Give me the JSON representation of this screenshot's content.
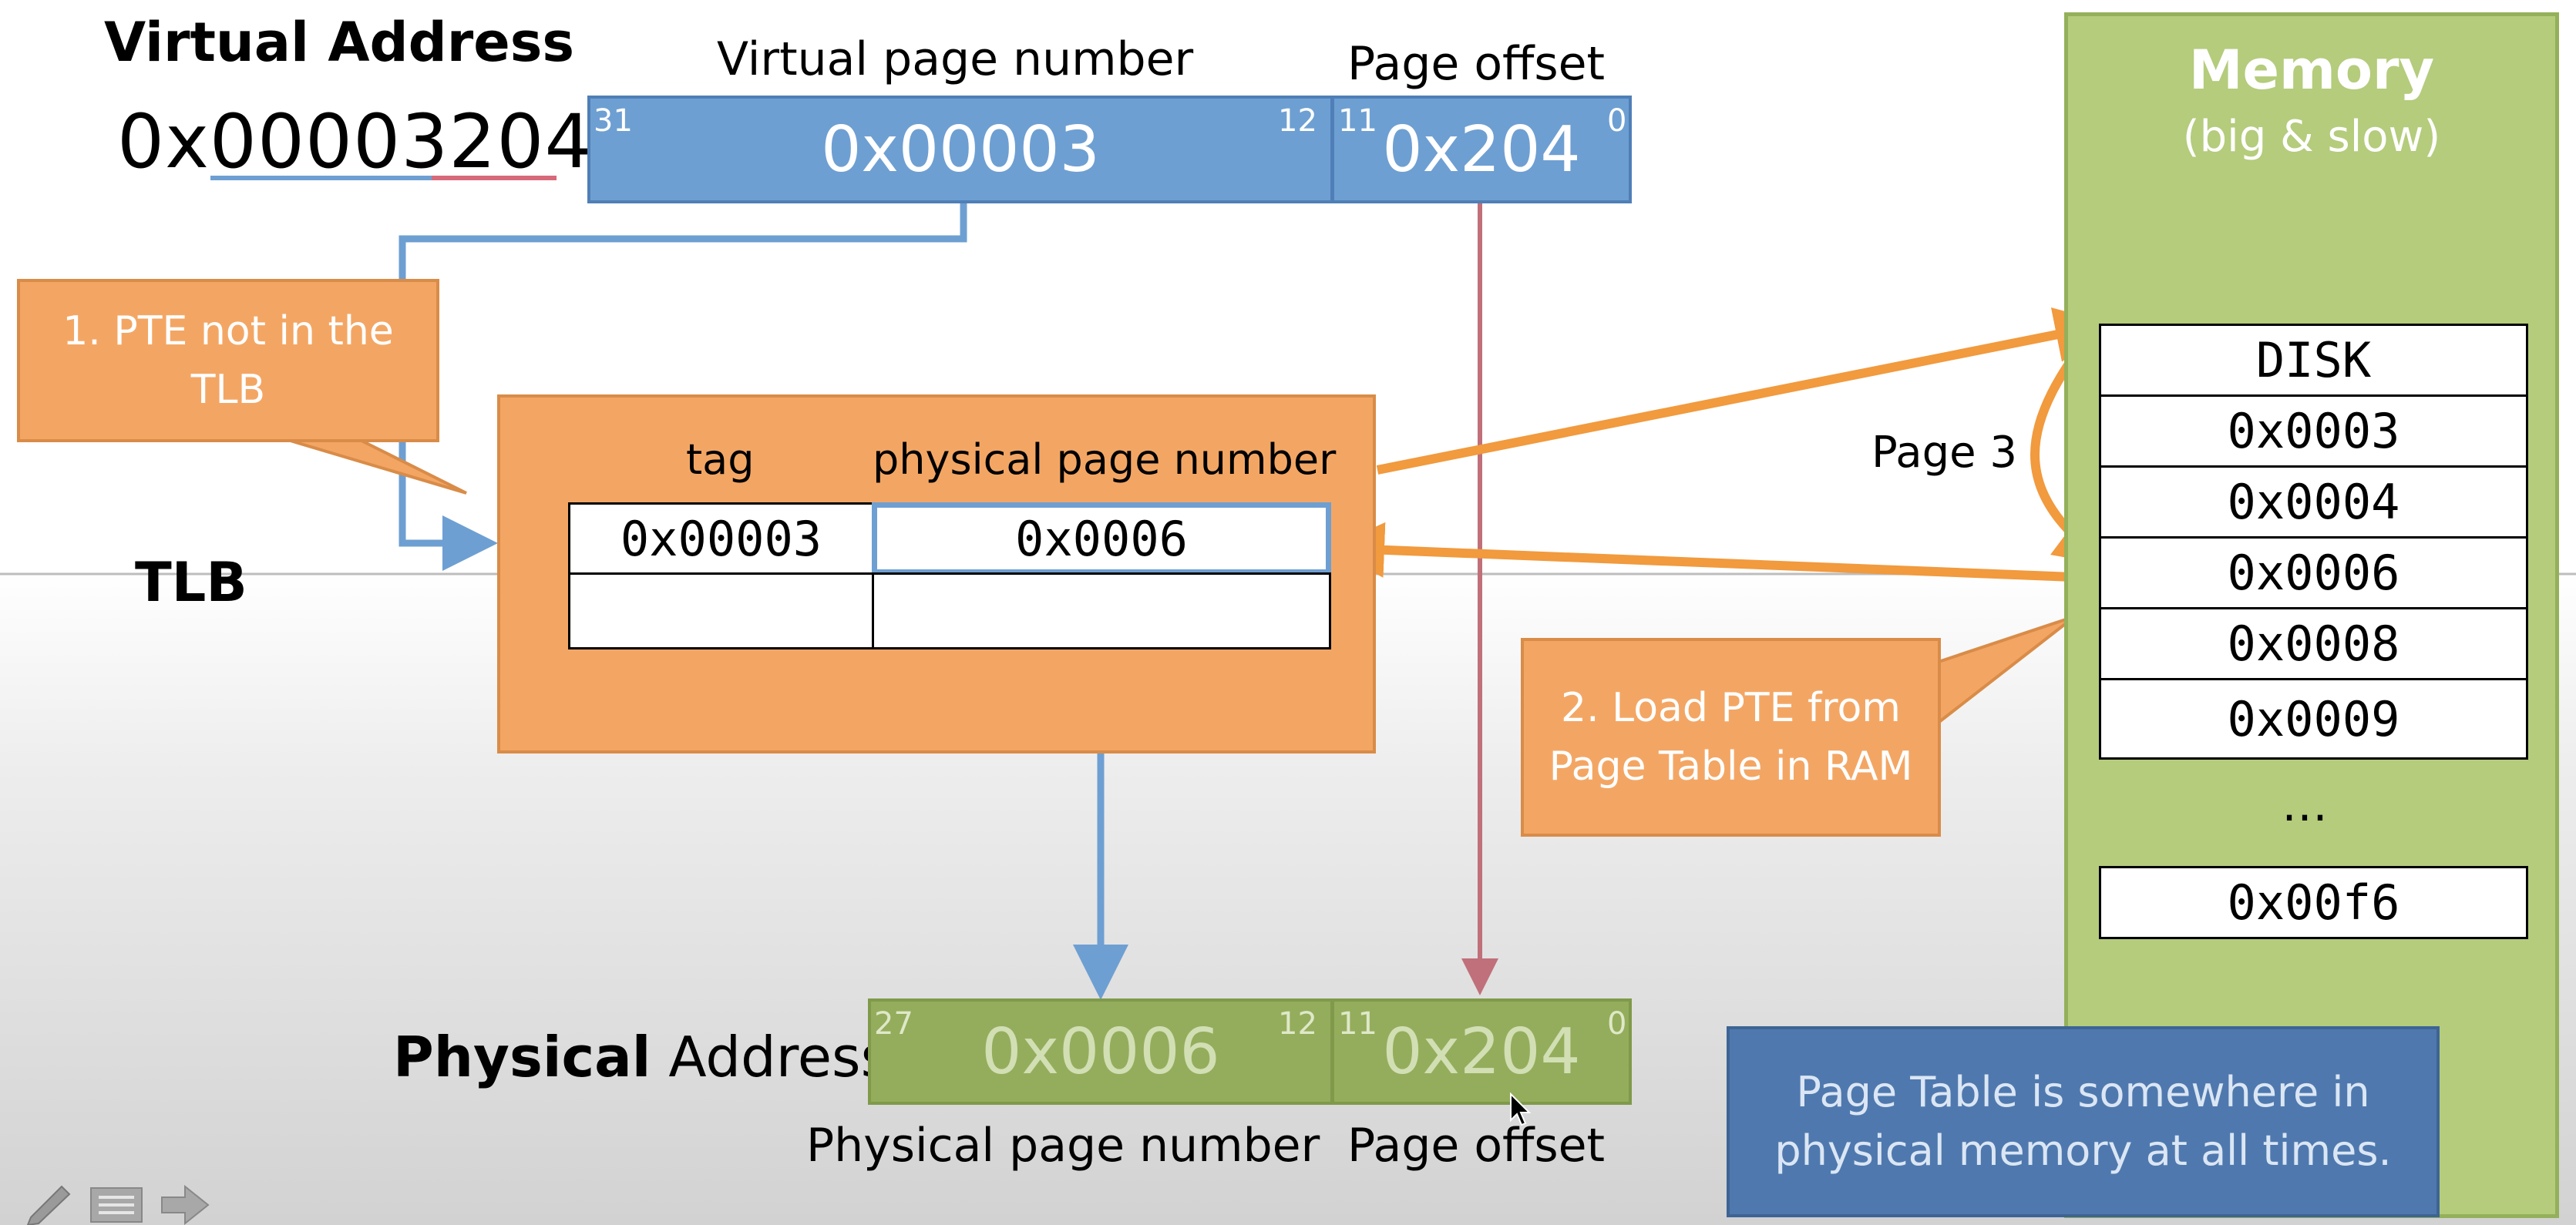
{
  "virtual_address": {
    "title": "Virtual Address",
    "value": "0x00003204",
    "vpn_label": "Virtual page number",
    "offset_label": "Page offset",
    "vpn_value": "0x00003",
    "offset_value": "0x204",
    "bits": {
      "vpn_high": "31",
      "vpn_low": "12",
      "off_high": "11",
      "off_low": "0"
    }
  },
  "callouts": {
    "step1": "1. PTE not in the TLB",
    "step2": "2. Load PTE from Page Table in RAM"
  },
  "tlb": {
    "label": "TLB",
    "col_tag": "tag",
    "col_ppn": "physical page number",
    "rows": [
      {
        "tag": "0x00003",
        "ppn": "0x0006"
      },
      {
        "tag": "",
        "ppn": ""
      }
    ]
  },
  "memory": {
    "title": "Memory",
    "subtitle": "(big & slow)",
    "page_table": [
      "DISK",
      "0x0003",
      "0x0004",
      "0x0006",
      "0x0008",
      "0x0009"
    ],
    "ellipsis": "…",
    "last_entry": "0x00f6",
    "page_label": "Page 3",
    "note": "Page Table is somewhere in physical memory at all times."
  },
  "physical_address": {
    "title_bold": "Physical",
    "title_rest": " Address",
    "ppn_value": "0x0006",
    "offset_value": "0x204",
    "ppn_label": "Physical page number",
    "offset_label": "Page offset",
    "bits": {
      "ppn_high": "27",
      "ppn_low": "12",
      "off_high": "11",
      "off_low": "0"
    }
  },
  "colors": {
    "blue": "#6e9fd2",
    "orange": "#f3a664",
    "arrow_orange": "#f19a3e",
    "green": "#94ad5c",
    "memory_green": "#b4cc7c",
    "red_line": "#c0707a"
  }
}
